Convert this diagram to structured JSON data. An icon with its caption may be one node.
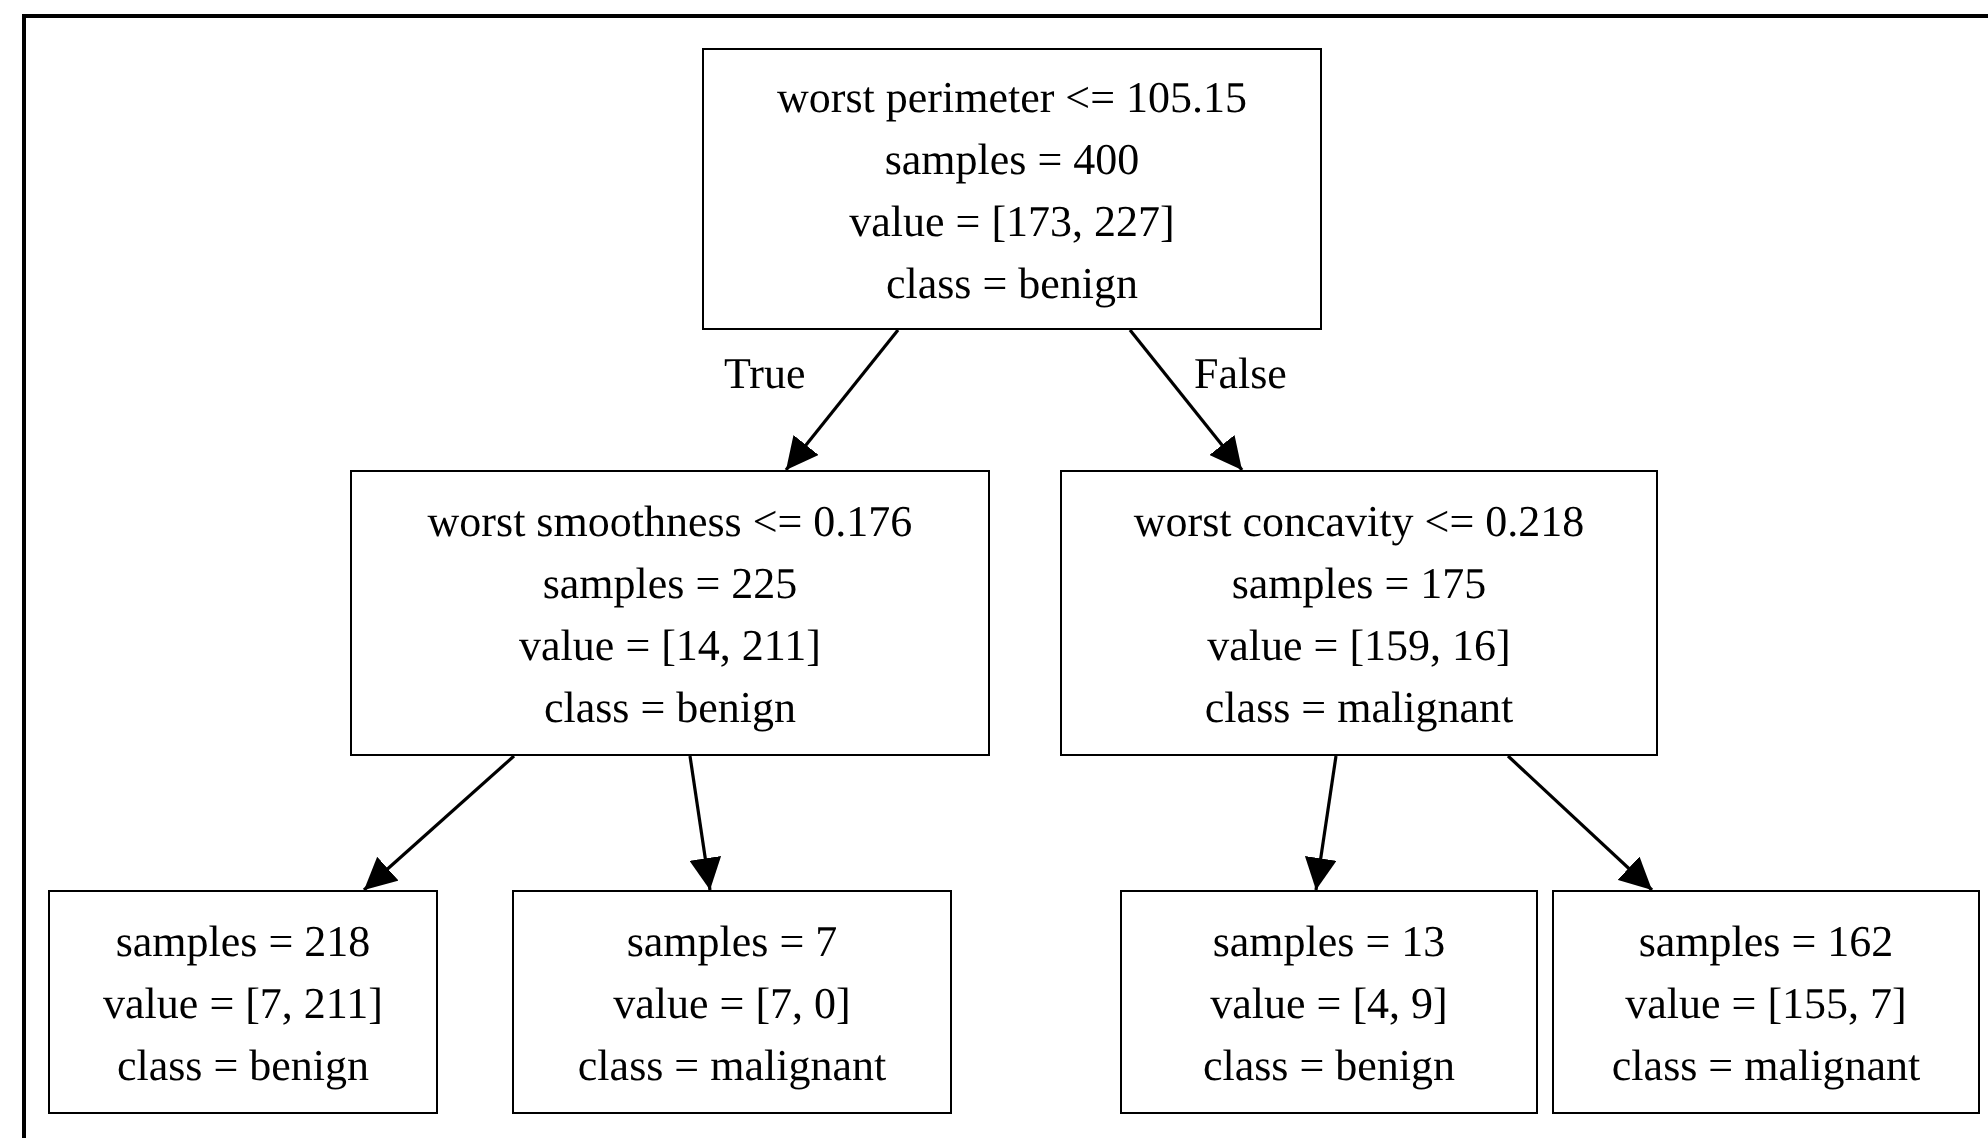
{
  "diagram": {
    "nodes": [
      {
        "text": [
          "worst perimeter <= 105.15",
          "samples = 400",
          "value = [173, 227]",
          "class = benign"
        ]
      },
      {
        "text": [
          "worst smoothness <= 0.176",
          "samples = 225",
          "value = [14, 211]",
          "class = benign"
        ]
      },
      {
        "text": [
          "worst concavity <= 0.218",
          "samples = 175",
          "value = [159, 16]",
          "class = malignant"
        ]
      },
      {
        "text": [
          "samples = 218",
          "value = [7, 211]",
          "class = benign"
        ]
      },
      {
        "text": [
          "samples = 7",
          "value = [7, 0]",
          "class = malignant"
        ]
      },
      {
        "text": [
          "samples = 13",
          "value = [4, 9]",
          "class = benign"
        ]
      },
      {
        "text": [
          "samples = 162",
          "value = [155, 7]",
          "class = malignant"
        ]
      }
    ],
    "edges": [
      {
        "from": 0,
        "to": 1,
        "arrow": "to",
        "label": "True"
      },
      {
        "from": 0,
        "to": 2,
        "arrow": "to",
        "label": "False"
      },
      {
        "from": 1,
        "to": 3,
        "arrow": "to"
      },
      {
        "from": 1,
        "to": 4,
        "arrow": "to"
      },
      {
        "from": 2,
        "to": 5,
        "arrow": "to"
      },
      {
        "from": 2,
        "to": 6,
        "arrow": "to"
      }
    ]
  }
}
